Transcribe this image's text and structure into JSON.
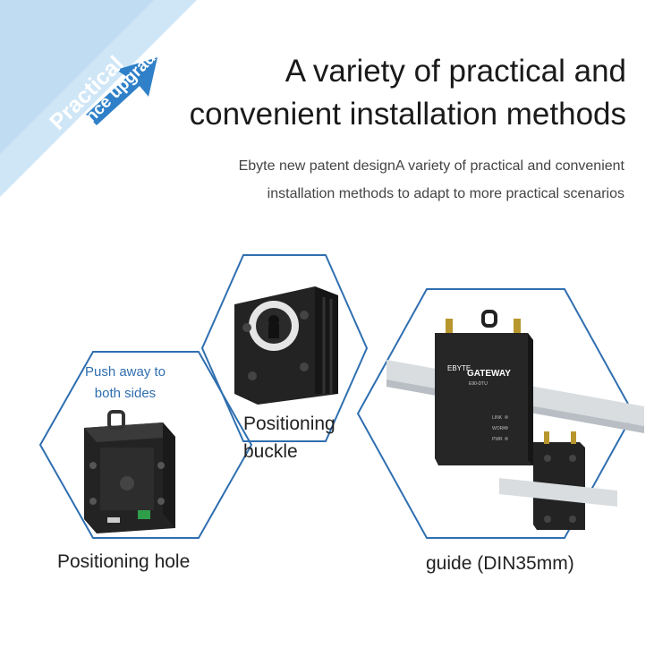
{
  "ribbon": {
    "line1": "Practical",
    "line2": "appearance upgrade",
    "colors": {
      "light": "#cfe6f7",
      "dark": "#2f80c8",
      "arrow": "#2f80c8"
    }
  },
  "header": {
    "title_line1": "A variety of practical and",
    "title_line2": "convenient installation methods",
    "subtitle_line1": "Ebyte new patent designA variety of practical and convenient",
    "subtitle_line2": "installation methods to adapt to more practical scenarios"
  },
  "panels": {
    "hole": {
      "note_line1": "Push away to",
      "note_line2": "both sides",
      "caption": "Positioning hole"
    },
    "buckle": {
      "caption_line1": "Positioning",
      "caption_line2": "buckle"
    },
    "rail": {
      "caption": "guide (DIN35mm)",
      "device_brand": "EBYTE",
      "device_title": "GATEWAY",
      "device_model": "E90-DTU",
      "leds": [
        "LINK",
        "WORK",
        "PWR"
      ]
    }
  },
  "colors": {
    "hex_border": "#2f6fb0",
    "device": "#2b2b2b",
    "rail": "#d9dde0"
  }
}
